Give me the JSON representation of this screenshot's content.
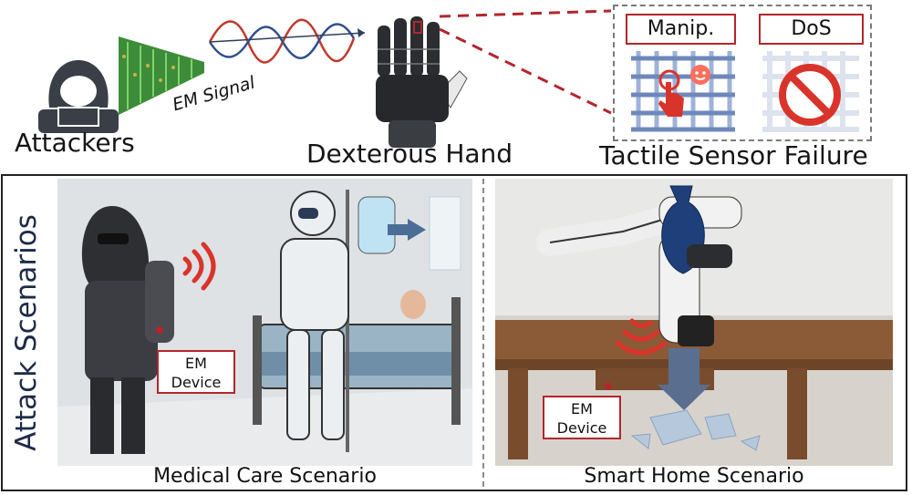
{
  "top": {
    "attackers_label": "Attackers",
    "em_signal_label": "EM Signal",
    "hand_label": "Dexterous Hand",
    "failure_label": "Tactile Sensor Failure",
    "manip_tag": "Manip.",
    "dos_tag": "DoS"
  },
  "bottom": {
    "side_label": "Attack Scenarios",
    "medical": {
      "caption": "Medical Care Scenario",
      "em_device": "EM\nDevice"
    },
    "home": {
      "caption": "Smart Home Scenario",
      "em_device": "EM\nDevice"
    }
  },
  "colors": {
    "accent_red": "#b3262b",
    "signal_red": "#c0392b",
    "signal_blue": "#2f4f8f",
    "grid_blue": "#9fb3d9"
  }
}
